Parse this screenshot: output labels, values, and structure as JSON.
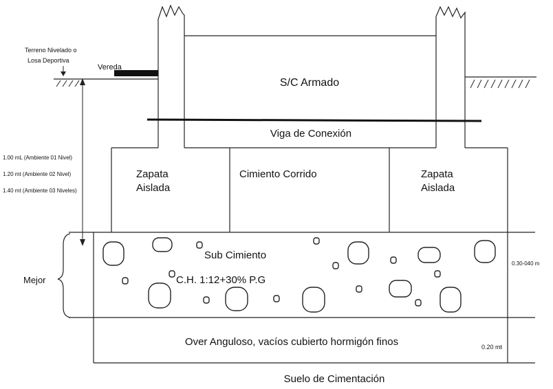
{
  "labels": {
    "terrain_line1": "Terreno Nivelado o",
    "terrain_line2": "Losa Deportiva",
    "vereda": "Vereda",
    "sc_armado": "S/C Armado",
    "viga": "Viga de Conexión",
    "zapata_left_1": "Zapata",
    "zapata_left_2": "Aislada",
    "cimiento_corrido": "Cimiento Corrido",
    "zapata_right_1": "Zapata",
    "zapata_right_2": "Aislada",
    "depth_1": "1.00 mL (Ambiente 01 Nivel)",
    "depth_2": "1.20 mt (Ambiente 02 Nivel)",
    "depth_3": "1.40 mt (Ambiente 03 Niveles)",
    "sub_cimiento": "Sub Cimiento",
    "ch_mix": "C.H. 1:12+30% P.G",
    "mejor": "Mejor",
    "thickness_sub": "0.30-040 m",
    "over": "Over Anguloso, vacíos cubierto hormigón finos",
    "thickness_over": "0.20 mt",
    "suelo": "Suelo de Cimentación"
  },
  "colors": {
    "line": "#222222",
    "background": "#ffffff",
    "text": "#111111"
  }
}
